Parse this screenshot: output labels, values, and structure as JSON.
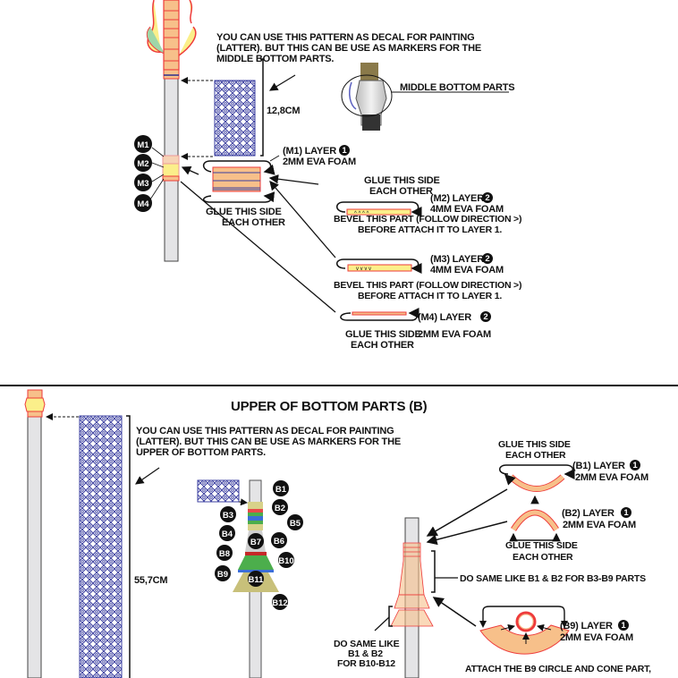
{
  "top_section": {
    "pattern_note": [
      "YOU CAN USE THIS PATTERN AS DECAL FOR PAINTING",
      "(LATTER). BUT THIS CAN BE USE AS MARKERS FOR THE",
      "MIDDLE BOTTOM PARTS."
    ],
    "pattern_length": "12,8CM",
    "photo_label": "MIDDLE BOTTOM PARTS",
    "markers": [
      "M1",
      "M2",
      "M3",
      "M4"
    ],
    "m1": {
      "title": "(M1) LAYER",
      "layer_num": "1",
      "material": "2MM EVA FOAM"
    },
    "glue_m1": [
      "GLUE THIS SIDE",
      "EACH OTHER"
    ],
    "glue_m2": [
      "GLUE THIS SIDE",
      "EACH OTHER"
    ],
    "m2": {
      "title": "(M2) LAYER",
      "layer_num": "2",
      "material": "4MM EVA FOAM",
      "note": [
        "BEVEL THIS PART (FOLLOW DIRECTION >)",
        "BEFORE ATTACH IT TO LAYER 1."
      ]
    },
    "m3": {
      "title": "(M3) LAYER",
      "layer_num": "2",
      "material": "4MM EVA FOAM",
      "note": [
        "BEVEL THIS PART (FOLLOW DIRECTION >)",
        "BEFORE ATTACH IT TO LAYER 1."
      ]
    },
    "m4": {
      "title": "(M4) LAYER",
      "layer_num": "2",
      "material": "2MM EVA FOAM"
    },
    "glue_m4": [
      "GLUE THIS SIDE",
      "EACH OTHER"
    ]
  },
  "bottom_section": {
    "title": "UPPER OF BOTTOM PARTS (B)",
    "pattern_note": [
      "YOU CAN USE THIS PATTERN AS DECAL FOR PAINTING",
      "(LATTER). BUT THIS CAN BE USE AS MARKERS FOR THE",
      "UPPER OF BOTTOM PARTS."
    ],
    "pattern_length": "55,7CM",
    "markers": [
      "B1",
      "B2",
      "B3",
      "B4",
      "B5",
      "B6",
      "B7",
      "B8",
      "B9",
      "B10",
      "B11",
      "B12"
    ],
    "glue_b1": [
      "GLUE THIS SIDE",
      "EACH OTHER"
    ],
    "b1": {
      "title": "(B1) LAYER",
      "layer_num": "1",
      "material": "2MM EVA FOAM"
    },
    "b2": {
      "title": "(B2) LAYER",
      "layer_num": "1",
      "material": "2MM EVA FOAM"
    },
    "glue_b2": [
      "GLUE THIS SIDE",
      "EACH OTHER"
    ],
    "same_b3_b9": "DO SAME LIKE B1 & B2 FOR B3-B9 PARTS",
    "same_b10_b12": [
      "DO SAME LIKE",
      "B1 & B2",
      "FOR B10-B12"
    ],
    "b9": {
      "title": "(B9) LAYER",
      "layer_num": "1",
      "material": "2MM EVA FOAM"
    },
    "attach_note": "ATTACH THE B9 CIRCLE AND CONE PART,"
  },
  "colors": {
    "foam": "#f7c08a",
    "foam_stroke": "#ee3b3b",
    "yellow": "#fbef8a",
    "pattern": "#3b3fa0",
    "pole": "#e4e4e6"
  }
}
